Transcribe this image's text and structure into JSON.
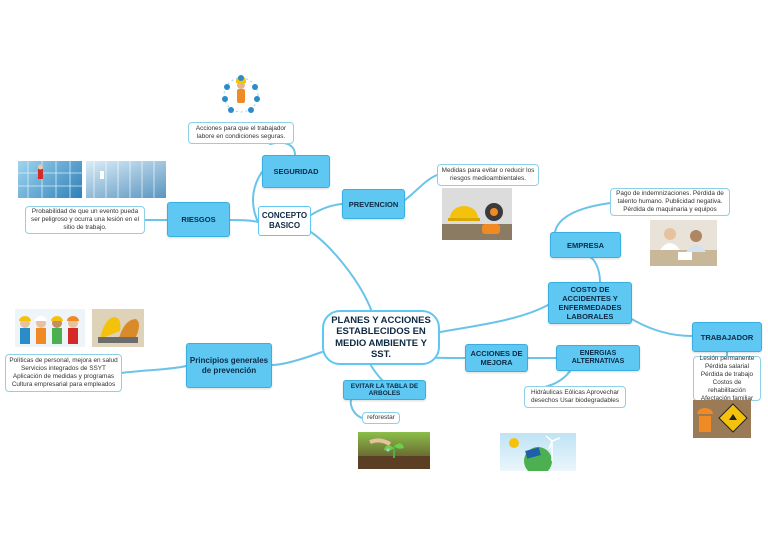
{
  "nodes": {
    "central": "PLANES Y ACCIONES ESTABLECIDOS EN MEDIO AMBIENTE Y SST.",
    "concepto_basico": "CONCEPTO BASICO",
    "seguridad": "SEGURIDAD",
    "seguridad_desc": "Acciones para que el trabajador labore en condiciones seguras.",
    "riesgos": "RIESGOS",
    "riesgos_desc": "Probabilidad de que un evento pueda ser peligroso y ocurra una lesión en el sitio de trabajo.",
    "prevencion": "PREVENCION",
    "prevencion_desc": "Medidas para evitar o reducir los riesgos medioambientales.",
    "costo": "COSTO DE ACCIDENTES Y ENFERMEDADES LABORALES",
    "empresa": "EMPRESA",
    "empresa_desc": "Pago de indemnizaciones. Pérdida de talento humano. Publicidad negativa. Pérdida de maquinaria y equipos",
    "trabajador": "TRABAJADOR",
    "trabajador_desc": "Lesión permanente Pérdida salarial Pérdida de trabajo Costos de rehabilitación Afectación familiar",
    "principios": "Principios generales de prevención",
    "principios_desc": "Políticas de personal, mejora en salud Servicios integrados de SSYT Aplicación de medidas y programas Cultura empresarial para empleados",
    "acciones": "ACCIONES DE MEJORA",
    "energias": "ENERGIAS ALTERNATIVAS",
    "energias_desc": "Hidráulicas Eólicas Aprovechar desechos Usar biodegradables",
    "evitar": "EVITAR LA TABLA DE ARBOLES",
    "reforestar": "reforestar"
  },
  "colors": {
    "node_fill": "#5ec8f2",
    "node_border": "#39aee0",
    "link": "#6cc3ea",
    "text": "#0d2a45"
  },
  "images": {
    "seguridad_img": "safety-icons-graphic",
    "riesgos_img_1": "window-cleaner-photo",
    "riesgos_img_2": "glass-building-photo",
    "prevencion_img": "hard-hat-gear-photo",
    "empresa_img": "office-meeting-photo",
    "trabajador_img": "injured-worker-photo",
    "principios_img_1": "workers-group-graphic",
    "principios_img_2": "safety-gloves-photo",
    "evitar_img": "seedling-hands-photo",
    "energias_img": "renewable-energy-globe"
  }
}
